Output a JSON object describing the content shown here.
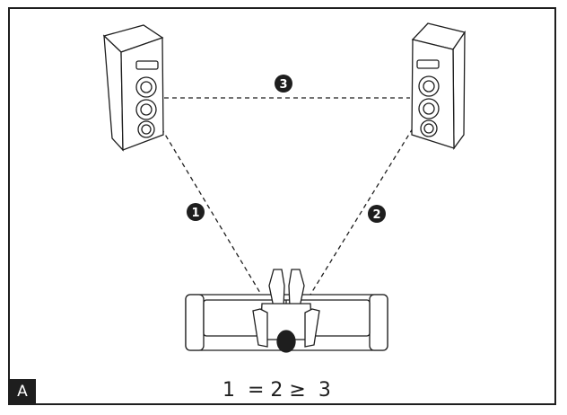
{
  "panel": {
    "label": "A"
  },
  "distances": [
    {
      "number": "1"
    },
    {
      "number": "2"
    },
    {
      "number": "3"
    }
  ],
  "formula": {
    "text": "1  = 2 ≥  3"
  },
  "colors": {
    "ink": "#1e1e1e",
    "paper": "#ffffff"
  },
  "icons": {
    "left_speaker": "floor-speaker-icon",
    "right_speaker": "floor-speaker-icon",
    "couch": "couch-icon",
    "listener": "seated-person-icon"
  }
}
